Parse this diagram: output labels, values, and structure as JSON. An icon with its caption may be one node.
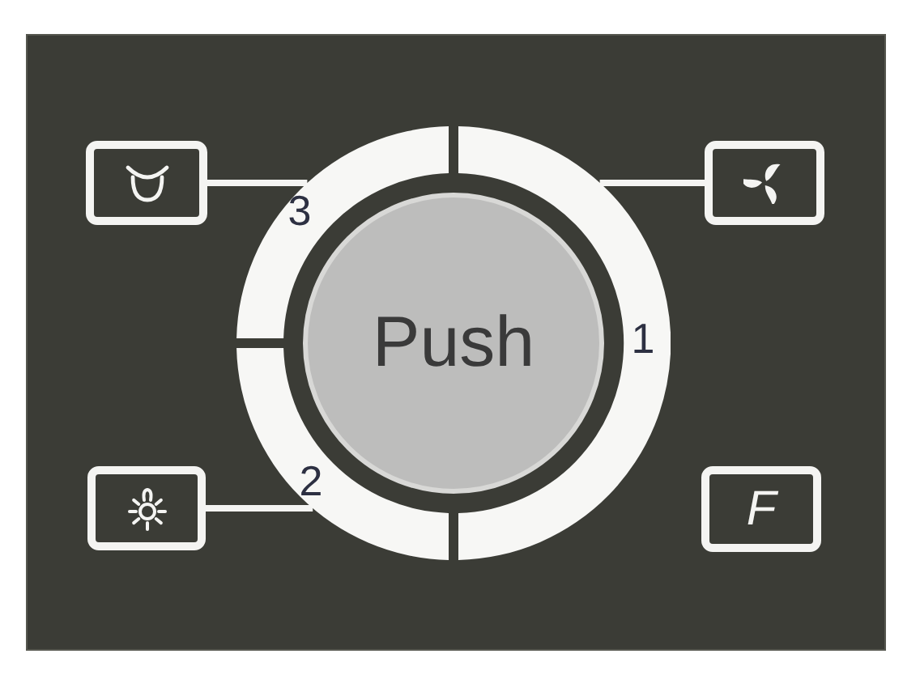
{
  "diagram": {
    "nodes": [
      {
        "text": [],
        "shape": "box"
      },
      {
        "text": [],
        "shape": "box"
      },
      {
        "text": [
          "3"
        ]
      },
      {
        "text": [
          "1"
        ]
      },
      {
        "text": [
          "Push"
        ]
      },
      {
        "text": [
          "2"
        ]
      },
      {
        "text": [],
        "shape": "box"
      },
      {
        "text": [
          "F"
        ]
      }
    ],
    "edges": [
      {
        "from": 0,
        "to": 2,
        "arrow": "none"
      },
      {
        "from": 1,
        "to": 3,
        "arrow": "none"
      },
      {
        "from": 6,
        "to": 5,
        "arrow": "none"
      }
    ]
  }
}
